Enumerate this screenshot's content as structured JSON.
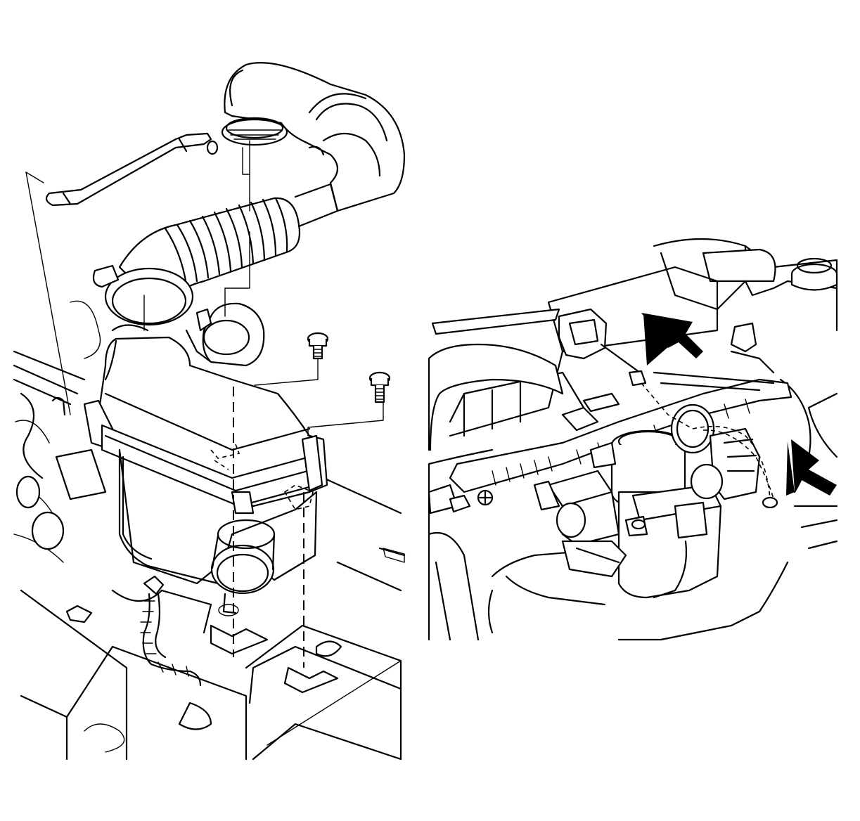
{
  "figure": {
    "panels": [
      {
        "id": "left",
        "subject": "air-cleaner-assembly"
      },
      {
        "id": "right",
        "subject": "throttle-body-area"
      }
    ],
    "pointer_arrows": 2,
    "line_color": "#000000",
    "background": "#ffffff"
  }
}
